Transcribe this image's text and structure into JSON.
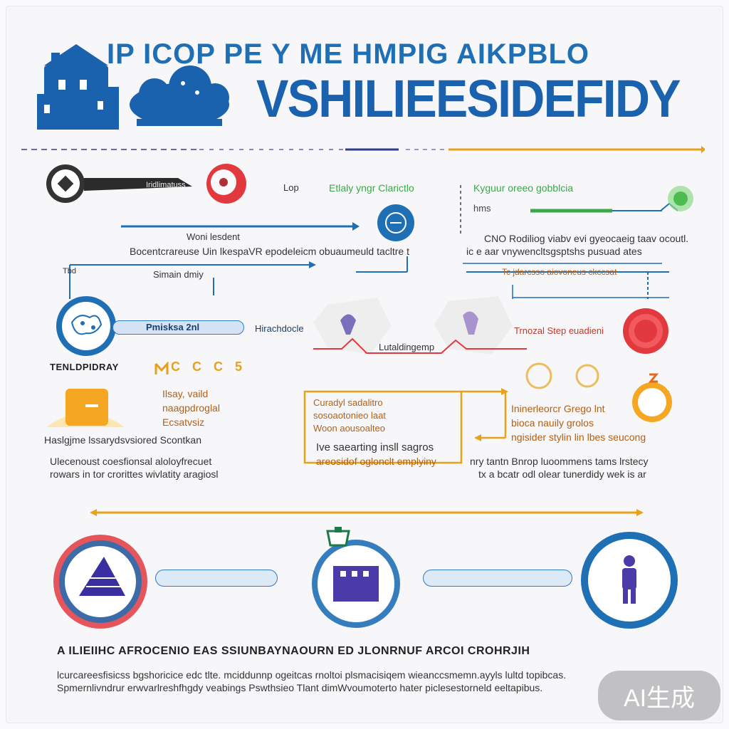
{
  "title": {
    "line1": "IP ICOP PE Y ME HMPIG AIKPBLO",
    "line2": "VSHILIEESIDEFIDY"
  },
  "row1": {
    "banner_label": "Iridlimatuss",
    "label_lop": "Lop",
    "label_top_green": "Etlaly yngr Clarictlo",
    "label_top_right": "Kyguur oreeo gobblcia",
    "label_hms": "hms",
    "label_woni": "Woni lesdent",
    "desc_left": "Bocentcrareuse Uin lkespaVR epodeleicm obuaumeuld tacltre t",
    "desc_right": "ic e aar vnywencltsgsptshs pusuad ates",
    "label_cno": "CNO Rodiliog viabv evi gyeocaeig taav ocoutl."
  },
  "row2": {
    "left_small": "Tbd",
    "label_simain": "Simain dmiy",
    "right_link": "Tc jdarcsso aiovoneus ckccsat",
    "pill_label": "Pmisksa 2nl",
    "label_hirachdocle": "Hirachdocle",
    "label_lutaldingemp": "Lutaldingemp",
    "label_step": "Trnozal Step euadieni",
    "left_caption": "TENLDPIDRAY"
  },
  "row3": {
    "orange_digits": "C C C 5",
    "bullets": [
      "Ilsay, vaild",
      "naagpdroglal",
      "Ecsatvsiz"
    ],
    "center_lines": [
      "Curadyl sadalitro",
      "sosoaotonieo laat",
      "Woon aousoalteo"
    ],
    "center_mid": "Ive saearting insll sagros",
    "center_bottom": "areosidof oglonclt emplyiny",
    "right_lines": [
      "Ininerleorcr Grego lnt",
      "bioca nauily grolos",
      "ngisider stylin lin lbes seucong"
    ],
    "left_under": "Haslgjme lssarydsvsiored Scontkan",
    "left_desc1": "Ulecenoust coesfionsal aloloyfrecuet",
    "left_desc2": "rowars in tor crorittes wivlatity aragiosl",
    "right_desc1": "nry tantn Bnrop luoommens tams lrstecy",
    "right_desc2": "tx a bcatr odl olear tunerdidy wek is ar"
  },
  "row4": {
    "heading": "A ILIEIIHC AFROCENIO EAS SSIUNBAYNAOURN ED JLONRNUF ARCOI CROHRJIH",
    "desc1": "lcurcareesfisicss bgshoricice edc tlte. mciddunnp ogeitcas rnoltoi plsmacisiqem wieanccsmemn.ayyls lultd topibcas.",
    "desc2": "Spmernlivndrur erwvarlreshfhgdy veabings Pswthsieo Tlant dimWvoumoterto hater piclesestorneld eeltapibus."
  },
  "watermark": "AI生成",
  "colors": {
    "blue": "#1f6fb5",
    "dark_blue": "#1a62ad",
    "green": "#3aa84a",
    "orange": "#e7a21a",
    "red": "#e2393f",
    "purple": "#4a3ca8"
  },
  "icons": [
    "settings-badge-icon",
    "red-target-icon",
    "blue-circle-icon",
    "green-circle-icon",
    "world-map-icon",
    "red-medallion-icon",
    "folder-icon",
    "gear-icon",
    "globe-badge-icon",
    "city-badge-icon",
    "person-icon"
  ]
}
